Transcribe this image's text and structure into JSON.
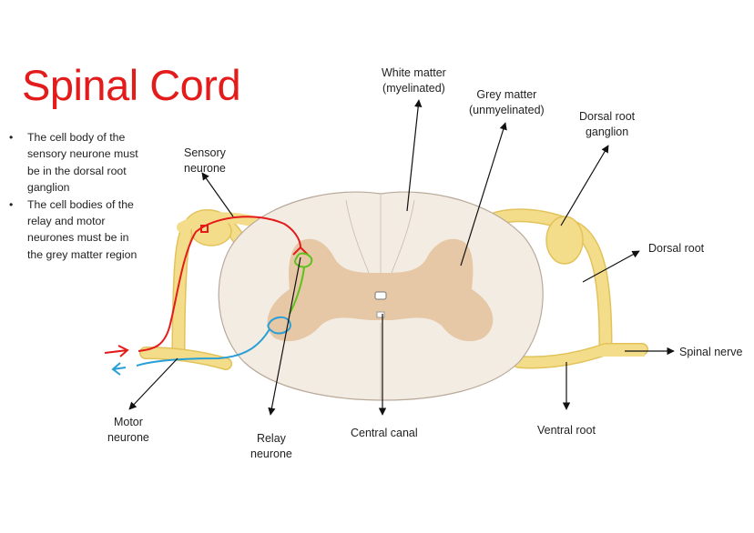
{
  "title": "Spinal Cord",
  "bullets": [
    "The cell body of the sensory neurone must be in the dorsal root ganglion",
    "The cell bodies of the relay and motor neurones must be in the grey matter region"
  ],
  "bullet_symbol": "•",
  "labels": {
    "white_matter": [
      "White matter",
      "(myelinated)"
    ],
    "grey_matter": [
      "Grey matter",
      "(unmyelinated)"
    ],
    "dorsal_root_ganglion": [
      "Dorsal root",
      "ganglion"
    ],
    "dorsal_root": "Dorsal root",
    "spinal_nerve": "Spinal nerve",
    "ventral_root": "Ventral root",
    "central_canal": "Central canal",
    "relay_neurone": [
      "Relay",
      "neurone"
    ],
    "motor_neurone": [
      "Motor",
      "neurone"
    ],
    "sensory_neurone": [
      "Sensory",
      "neurone"
    ]
  },
  "colors": {
    "title": "#e31b1b",
    "white_matter": "#f3ece2",
    "grey_matter": "#e6c7a6",
    "nerve_root": "#f4dd8a",
    "nerve_root_outline": "#e2c25a",
    "sensory_neurone": "#e31b1b",
    "relay_neurone": "#5fc21b",
    "motor_neurone": "#2a9fd6"
  }
}
